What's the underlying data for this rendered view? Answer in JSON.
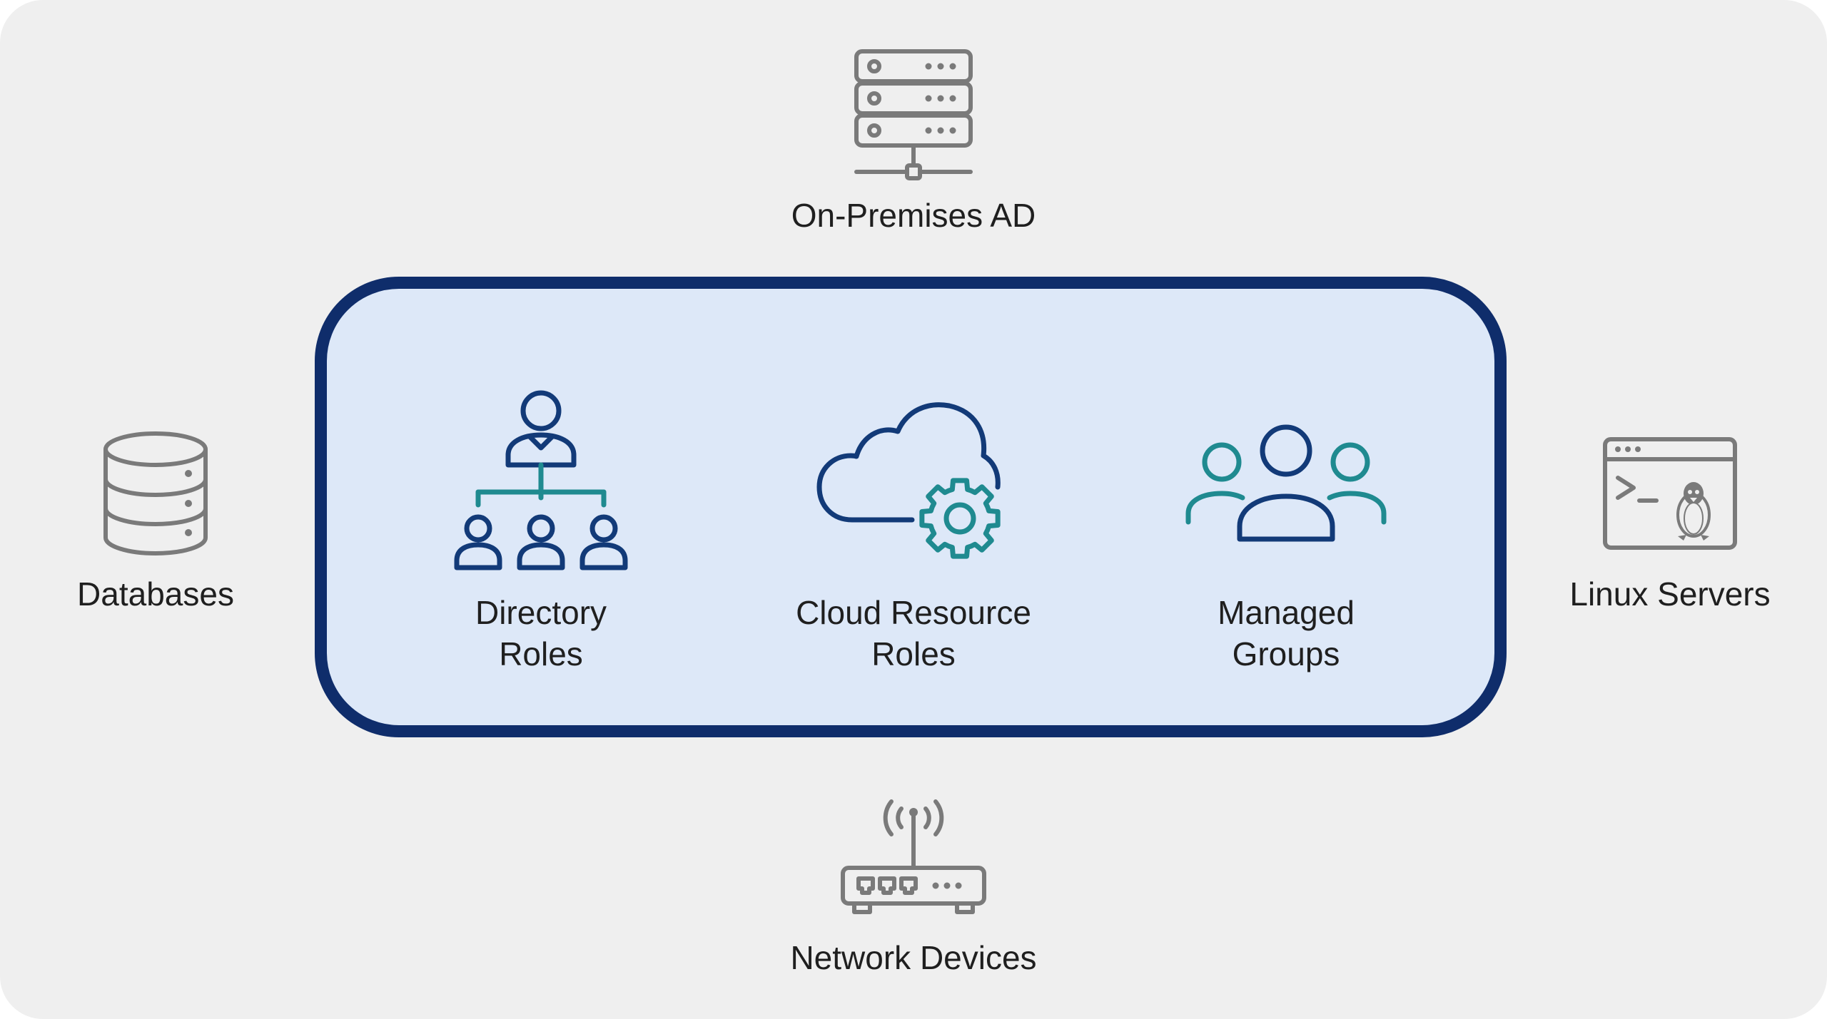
{
  "colors": {
    "canvas": "#efefef",
    "core_fill": "#dde8f8",
    "core_border": "#0f2d6b",
    "icon_gray": "#7a7a7a",
    "icon_navy": "#123a78",
    "icon_teal": "#1f8a90",
    "text": "#1f1f1f"
  },
  "outer": {
    "top": {
      "label": "On-Premises AD",
      "icon": "server-rack-icon"
    },
    "left": {
      "label": "Databases",
      "icon": "database-icon"
    },
    "right": {
      "label": "Linux Servers",
      "icon": "linux-terminal-icon"
    },
    "bottom": {
      "label": "Network Devices",
      "icon": "network-router-icon"
    }
  },
  "core": {
    "items": [
      {
        "line1": "Directory",
        "line2": "Roles",
        "icon": "org-hierarchy-icon"
      },
      {
        "line1": "Cloud Resource",
        "line2": "Roles",
        "icon": "cloud-gear-icon"
      },
      {
        "line1": "Managed",
        "line2": "Groups",
        "icon": "user-group-icon"
      }
    ]
  }
}
